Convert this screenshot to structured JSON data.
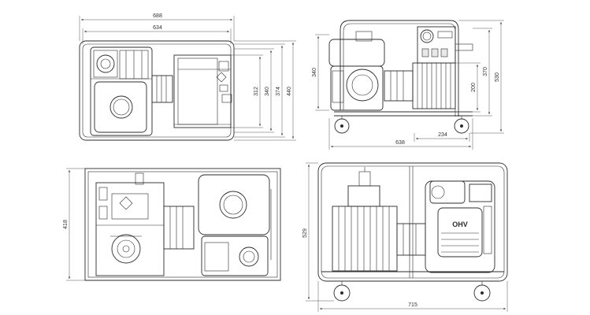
{
  "views": {
    "top": {
      "dims": {
        "overall_width": "688",
        "frame_width": "634",
        "d312": "312",
        "d340": "340",
        "d374": "374",
        "d440": "440"
      }
    },
    "side": {
      "dims": {
        "height_left": "340",
        "d200": "200",
        "d370": "370",
        "d530": "530",
        "d234": "234",
        "d638": "638"
      }
    },
    "bottom": {
      "dims": {
        "depth": "418"
      }
    },
    "front": {
      "dims": {
        "height": "529",
        "width": "715"
      },
      "engine_badge": "OHV"
    }
  }
}
